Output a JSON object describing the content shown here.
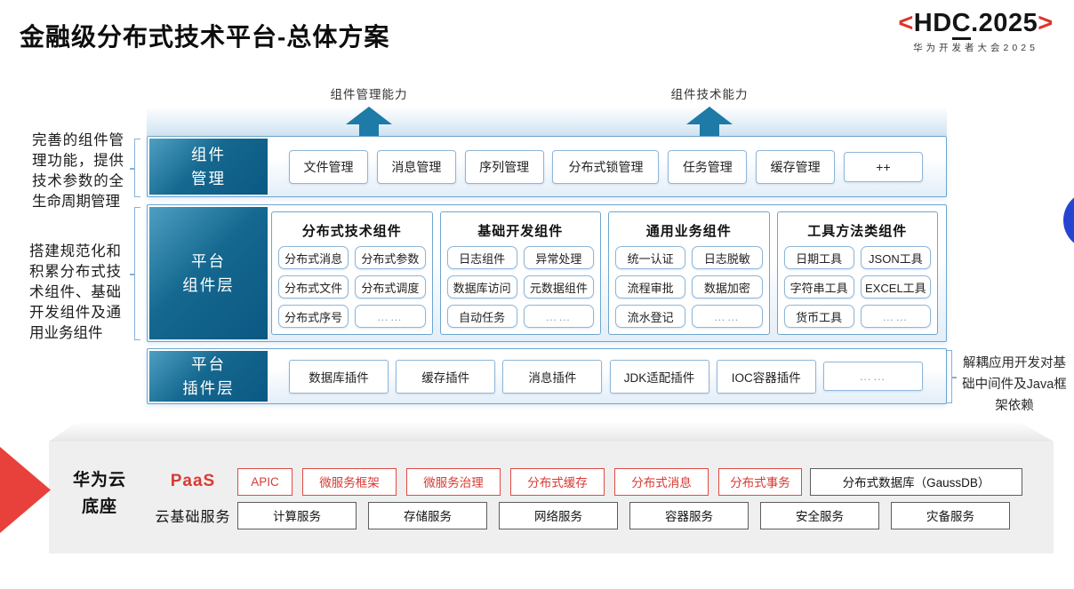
{
  "page": {
    "title": "金融级分布式技术平台-总体方案"
  },
  "logo": {
    "bracket_left": "<",
    "text_hd": "HD",
    "text_c": "C",
    "text_rest": ".2025",
    "bracket_right": ">",
    "subtitle": "华为开发者大会2025"
  },
  "arrows": [
    {
      "label": "组件管理能力"
    },
    {
      "label": "组件技术能力"
    }
  ],
  "left_notes": [
    "完善的组件管理功能，提供技术参数的全生命周期管理",
    "搭建规范化和积累分布式技术组件、基础开发组件及通用业务组件"
  ],
  "right_note": "解耦应用开发对基础中间件及Java框架依赖",
  "rows": {
    "component_mgmt": {
      "label": "组件\n管理",
      "items": [
        "文件管理",
        "消息管理",
        "序列管理",
        "分布式锁管理",
        "任务管理",
        "缓存管理",
        "++"
      ]
    },
    "platform_components": {
      "label": "平台\n组件层",
      "columns": [
        {
          "title": "分布式技术组件",
          "items": [
            "分布式消息",
            "分布式参数",
            "分布式文件",
            "分布式调度",
            "分布式序号",
            "……"
          ]
        },
        {
          "title": "基础开发组件",
          "items": [
            "日志组件",
            "异常处理",
            "数据库访问",
            "元数据组件",
            "自动任务",
            "……"
          ]
        },
        {
          "title": "通用业务组件",
          "items": [
            "统一认证",
            "日志脱敏",
            "流程审批",
            "数据加密",
            "流水登记",
            "……"
          ]
        },
        {
          "title": "工具方法类组件",
          "items": [
            "日期工具",
            "JSON工具",
            "字符串工具",
            "EXCEL工具",
            "货币工具",
            "……"
          ]
        }
      ]
    },
    "platform_plugins": {
      "label": "平台\n插件层",
      "items": [
        "数据库插件",
        "缓存插件",
        "消息插件",
        "JDK适配插件",
        "IOC容器插件",
        "……"
      ]
    }
  },
  "foundation": {
    "label": "华为云\n底座",
    "paas": {
      "label": "PaaS",
      "items": [
        "APIC",
        "微服务框架",
        "微服务治理",
        "分布式缓存",
        "分布式消息",
        "分布式事务"
      ],
      "db_item": "分布式数据库（GaussDB）"
    },
    "iaas": {
      "label": "云基础服务",
      "items": [
        "计算服务",
        "存储服务",
        "网络服务",
        "容器服务",
        "安全服务",
        "灾备服务"
      ]
    }
  },
  "colors": {
    "teal_label": "#15688f",
    "row_border": "#6ea6cf",
    "huawei_red": "#e8413c",
    "blue_circle": "#2544d0"
  }
}
